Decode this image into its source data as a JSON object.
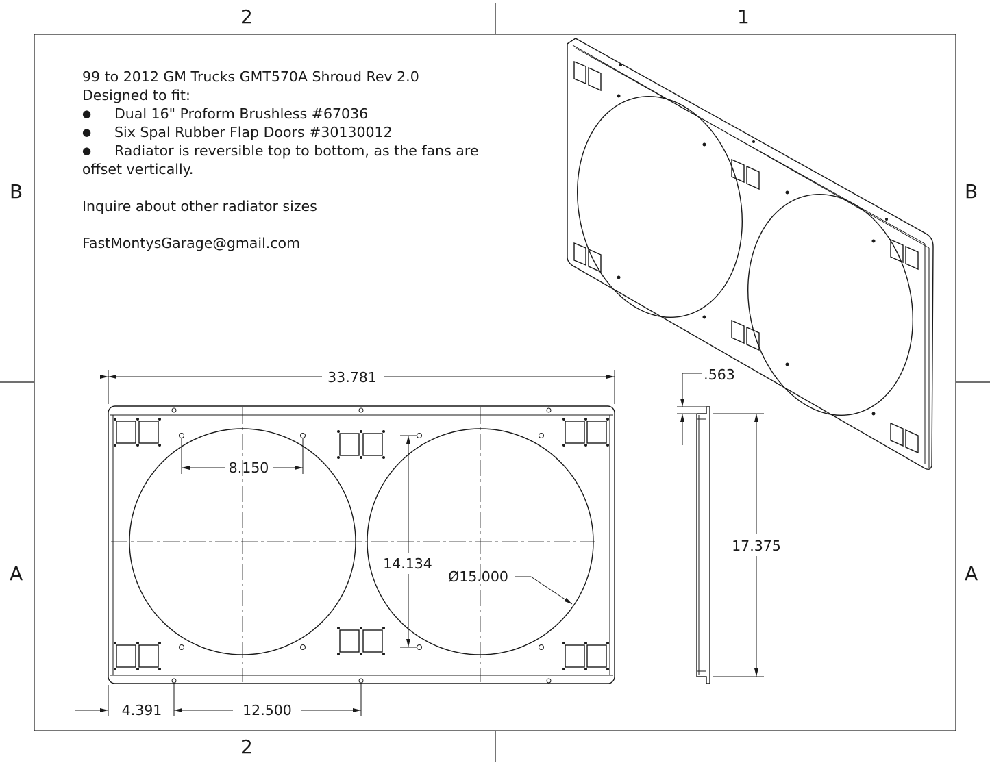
{
  "notes": {
    "title": "99 to 2012 GM Trucks GMT570A Shroud Rev 2.0",
    "subtitle": "Designed to fit:",
    "bullets": [
      "Dual 16\" Proform Brushless #67036",
      "Six Spal Rubber Flap Doors #30130012",
      "Radiator is reversible top to bottom, as the fans are"
    ],
    "continuation": "offset vertically.",
    "inquire": "Inquire about other radiator sizes",
    "email": "FastMontysGarage@gmail.com"
  },
  "zones": {
    "top_left": "2",
    "top_right": "1",
    "bottom_left": "2",
    "left_upper": "B",
    "left_lower": "A",
    "right_upper": "B",
    "right_lower": "A"
  },
  "dimensions": {
    "overall_width": "33.781",
    "fan_hole_spacing": "8.150",
    "vertical_hole_spacing": "14.134",
    "fan_diameter": "Ø15.000",
    "edge_offset": "4.391",
    "center_offset": "12.500",
    "flange_depth": ".563",
    "overall_height": "17.375"
  },
  "colors": {
    "line": "#1a1a1a",
    "paper": "#ffffff"
  }
}
